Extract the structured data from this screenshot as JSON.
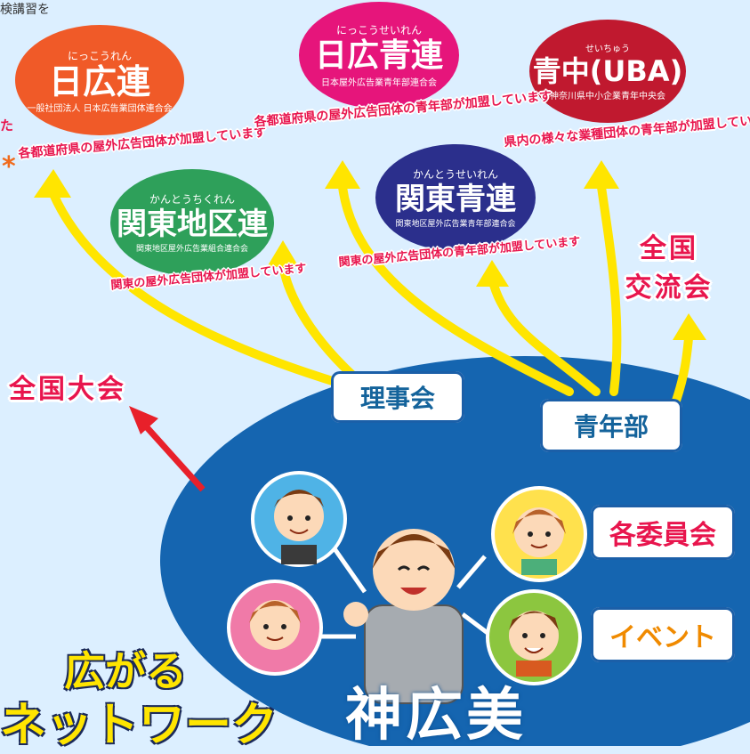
{
  "top_left_fragment": "検講習を",
  "top_left_fragment_2": "た",
  "asterisk": "*",
  "orgs": [
    {
      "ruby": "にっこうれん",
      "name": "日広連",
      "sub": "一般社団法人 日本広告業団体連合会",
      "note": "各都道府県の屋外広告団体が加盟しています",
      "color": "#f05a28"
    },
    {
      "ruby": "にっこうせいれん",
      "name": "日広青連",
      "sub": "日本屋外広告業青年部連合会",
      "note": "各都道府県の屋外広告団体の青年部が加盟しています",
      "color": "#e6157b"
    },
    {
      "ruby": "せいちゅう",
      "name": "青中(UBA)",
      "sub": "神奈川県中小企業青年中央会",
      "note": "県内の様々な業種団体の青年部が加盟しています",
      "color": "#c0192f"
    },
    {
      "ruby": "かんとうせいれん",
      "name": "関東青連",
      "sub": "関東地区屋外広告業青年部連合会",
      "note": "関東の屋外広告団体の青年部が加盟しています",
      "color": "#2b2f8c"
    },
    {
      "ruby": "かんとうちくれん",
      "name": "関東地区連",
      "sub": "関東地区屋外広告業組合連合会",
      "note": "関東の屋外広告団体が加盟しています",
      "color": "#2ea05a"
    }
  ],
  "labels": {
    "zenkoku_koryukai": "全国\n交流会",
    "zenkoku_line1": "全国",
    "zenkoku_line2": "交流会",
    "zenkoku_taikai": "全国大会",
    "rijikai": "理事会",
    "seinenbu": "青年部",
    "kakuiinkai": "各委員会",
    "event": "イベント",
    "kanbimi": "神広美",
    "hirogaru": "広がる",
    "network": "ネットワーク"
  },
  "colors": {
    "background": "#dcefff",
    "ellipse": "#1565b0",
    "arrow_yellow": "#ffe500",
    "arrow_red": "#e8202a",
    "pink_text": "#e8154d",
    "pill_text": "#14639b",
    "orange_text": "#f08a00",
    "slogan_yellow": "#ffe500"
  }
}
